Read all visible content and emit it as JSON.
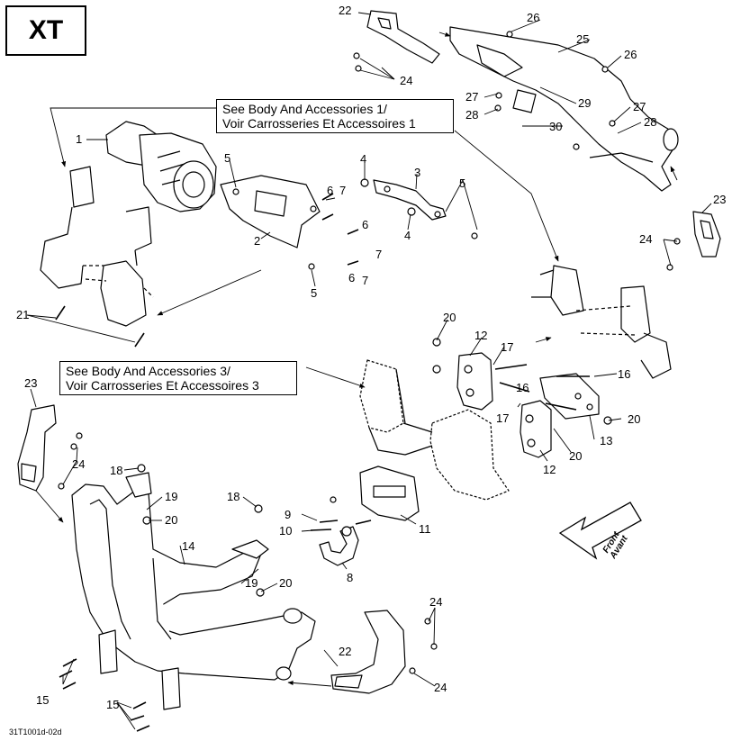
{
  "badge": "XT",
  "references": [
    {
      "line1": "See Body And Accessories 1/",
      "line2": "Voir Carrosseries Et Accessoires 1"
    },
    {
      "line1": "See Body And Accessories 3/",
      "line2": "Voir Carrosseries Et Accessoires 3"
    }
  ],
  "front_arrow": {
    "line1": "Front",
    "line2": "Avant"
  },
  "document_code": "31T1001d-02d",
  "colors": {
    "line": "#000000",
    "background": "#ffffff"
  },
  "callouts": [
    "22",
    "26",
    "25",
    "26",
    "24",
    "27",
    "28",
    "29",
    "27",
    "28",
    "30",
    "23",
    "24",
    "1",
    "5",
    "4",
    "3",
    "6",
    "7",
    "5",
    "4",
    "6",
    "7",
    "2",
    "6",
    "7",
    "5",
    "21",
    "20",
    "12",
    "17",
    "16",
    "20",
    "17",
    "16",
    "13",
    "12",
    "20",
    "23",
    "24",
    "18",
    "19",
    "20",
    "18",
    "9",
    "10",
    "11",
    "8",
    "14",
    "19",
    "20",
    "24",
    "22",
    "24",
    "15",
    "15"
  ]
}
